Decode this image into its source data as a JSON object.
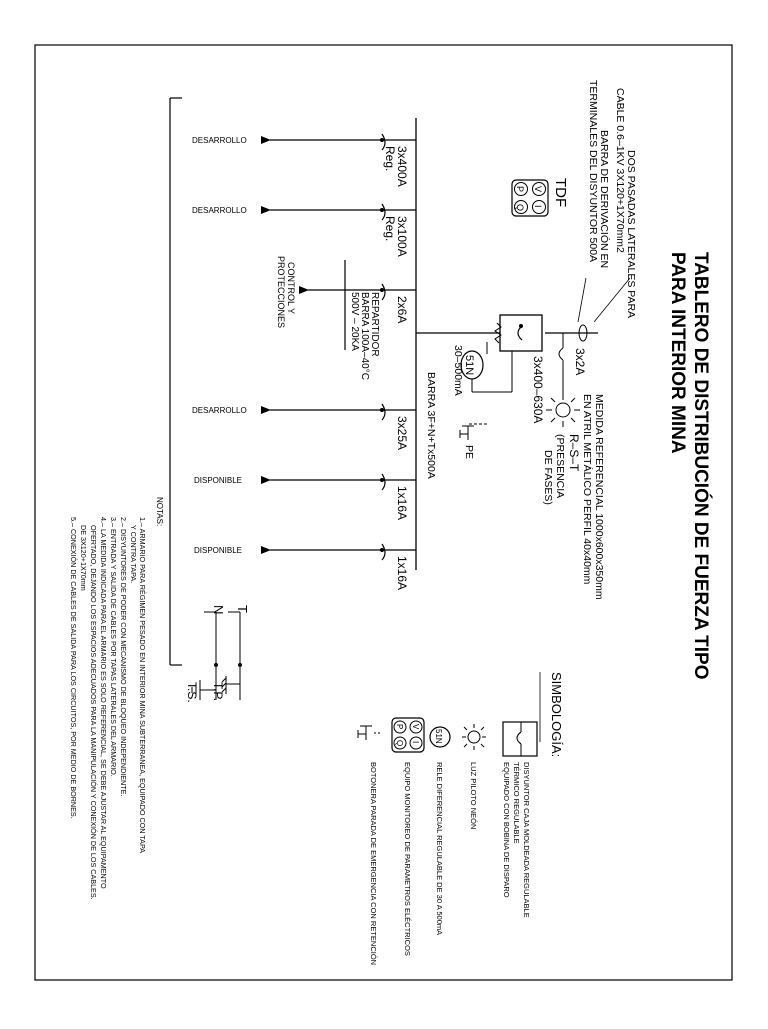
{
  "title": {
    "line1": "TABLERO DE DISTRIBUCIÓN DE FUERZA TIPO",
    "line2": "PARA INTERIOR MINA"
  },
  "header": {
    "medida_line1": "MEDIDA REFERENCIAL 1000x600x350mm",
    "medida_line2": "EN ATRIL METÁLICO PERFIL 40x40mm",
    "cable_line1": "DOS PASADAS LATERALES PARA",
    "cable_line2": "CABLE 0.6–1KV 3X120+1X70mm2",
    "barra_line1": "BARRA DE DERIVACIÓN EN",
    "barra_line2": "TERMINALES DEL DISYUNTOR 500A",
    "tdf": "TDF"
  },
  "main": {
    "breaker_main": "3x400–630A",
    "breaker_2a": "3x2A",
    "rst": "R–S–T",
    "presencia_line1": "(PRESENCIA",
    "presencia_line2": "DE FASES)",
    "relay": "51N",
    "relay_range": "30–500mA",
    "pe": "PE",
    "barra": "BARRA 3F+N+Tx500A"
  },
  "circuits": [
    {
      "breaker": "3x400A",
      "reg": "Reg.",
      "label": "DESARROLLO"
    },
    {
      "breaker": "3x100A",
      "reg": "Reg.",
      "label": "DESARROLLO"
    },
    {
      "breaker": "2x6A",
      "reg": "",
      "label_line1": "CONTROL Y",
      "label_line2": "PROTECCIONES"
    },
    {
      "breaker": "3x25A",
      "reg": "",
      "label": "DESARROLLO"
    },
    {
      "breaker": "1x16A",
      "reg": "",
      "label": "DISPONIBLE"
    },
    {
      "breaker": "1x16A",
      "reg": "",
      "label": "DISPONIBLE"
    }
  ],
  "repartidor": {
    "line1": "REPARTIDOR",
    "line2": "BARRA 100A–40°C",
    "line3": "500V – 20KA"
  },
  "earth": {
    "t": "T",
    "n": "N",
    "tp": "T.P.",
    "ts": "T.S."
  },
  "simbologia": {
    "title": "SIMBOLOGÍA:",
    "items": [
      {
        "line1": "DISYUNTOR CAJA MOLDEADA REGULABLE",
        "line2": "TÉRMICO REGULABLE",
        "line3": "EQUIPADO CON BOBINA DE DISPARO"
      },
      {
        "line1": "LUZ PILOTO NEÓN"
      },
      {
        "line1": "RELE DIFERENCIAL REGULABLE DE 30 A 500mA"
      },
      {
        "line1": "EQUIPO MONITOREO DE PARAMETROS ELÉCTRICOS"
      },
      {
        "line1": "BOTONERA PARADA DE EMERGENCIA CON RETENCIÓN"
      }
    ],
    "relay_symbol": "51N"
  },
  "notas": {
    "title": "NOTAS:",
    "items": [
      "1.– ARMARIO PARA RÉGIMEN PESADO EN INTERIOR MINA SUBTERRANEA, EQUIPADO CON TAPA",
      "Y CONTRA TAPA.",
      "2.– DISYUNTORES DE PODER CON MECANISMO DE BLOQUEO INDEPENDIENTE.",
      "3.– ENTRADA Y SALIDA DE CABLES POR TAPAS LATERALES DEL ARMARIO.",
      "4.– LA MEDIDA INDICADA PARA EL ARMARIO ES SOLO REFERENCIAL, SE DEBE AJUSTAR AL EQUIPAMENTO",
      "OFERTADO, DEJANDO LOS ESPACIOS ADECUADOS PARA LA MANIPULACIÓN Y CONEXIÓN DE LOS CABLES.",
      "DE 3X120+1X70mm",
      "5.– CONEXIÓN DE CABLES DE SALIDA PARA LOS CIRCUITOS, POR MEDIO DE BORNES."
    ]
  },
  "monitor_letters": {
    "v": "V",
    "i": "I",
    "p": "P",
    "q": "Q"
  }
}
